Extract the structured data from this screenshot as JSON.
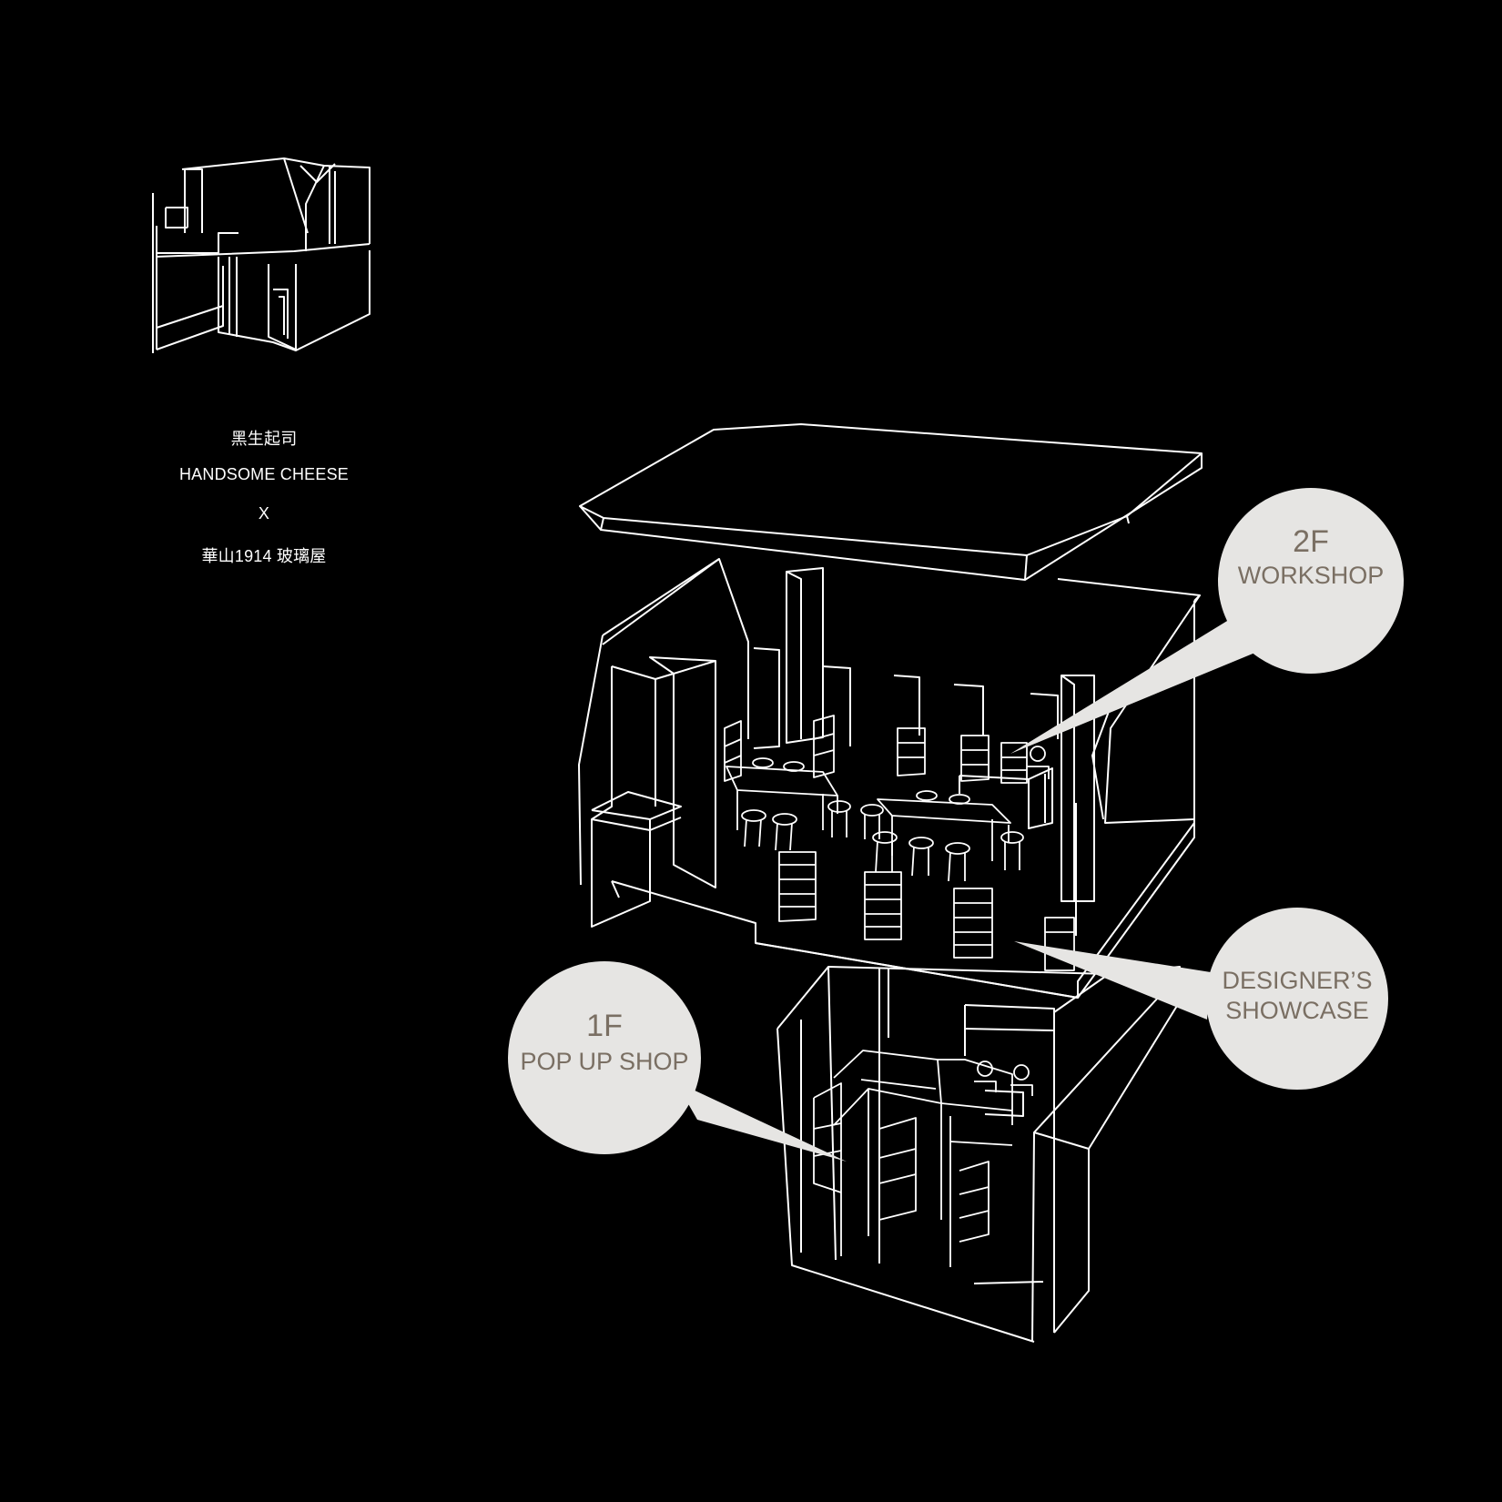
{
  "credits": {
    "line1": "黑生起司",
    "line2": "HANDSOME CHEESE",
    "line3": "X",
    "line4": "華山1914 玻璃屋"
  },
  "callouts": {
    "workshop": {
      "floor": "2F",
      "label": "WORKSHOP"
    },
    "pop_up": {
      "floor": "1F",
      "label": "POP UP SHOP"
    },
    "showcase": {
      "line1": "DESIGNER’S",
      "line2": "SHOWCASE"
    }
  },
  "colors": {
    "background": "#000000",
    "line": "#ffffff",
    "bubble_fill": "#e6e5e3",
    "bubble_text": "#7a6f63"
  }
}
